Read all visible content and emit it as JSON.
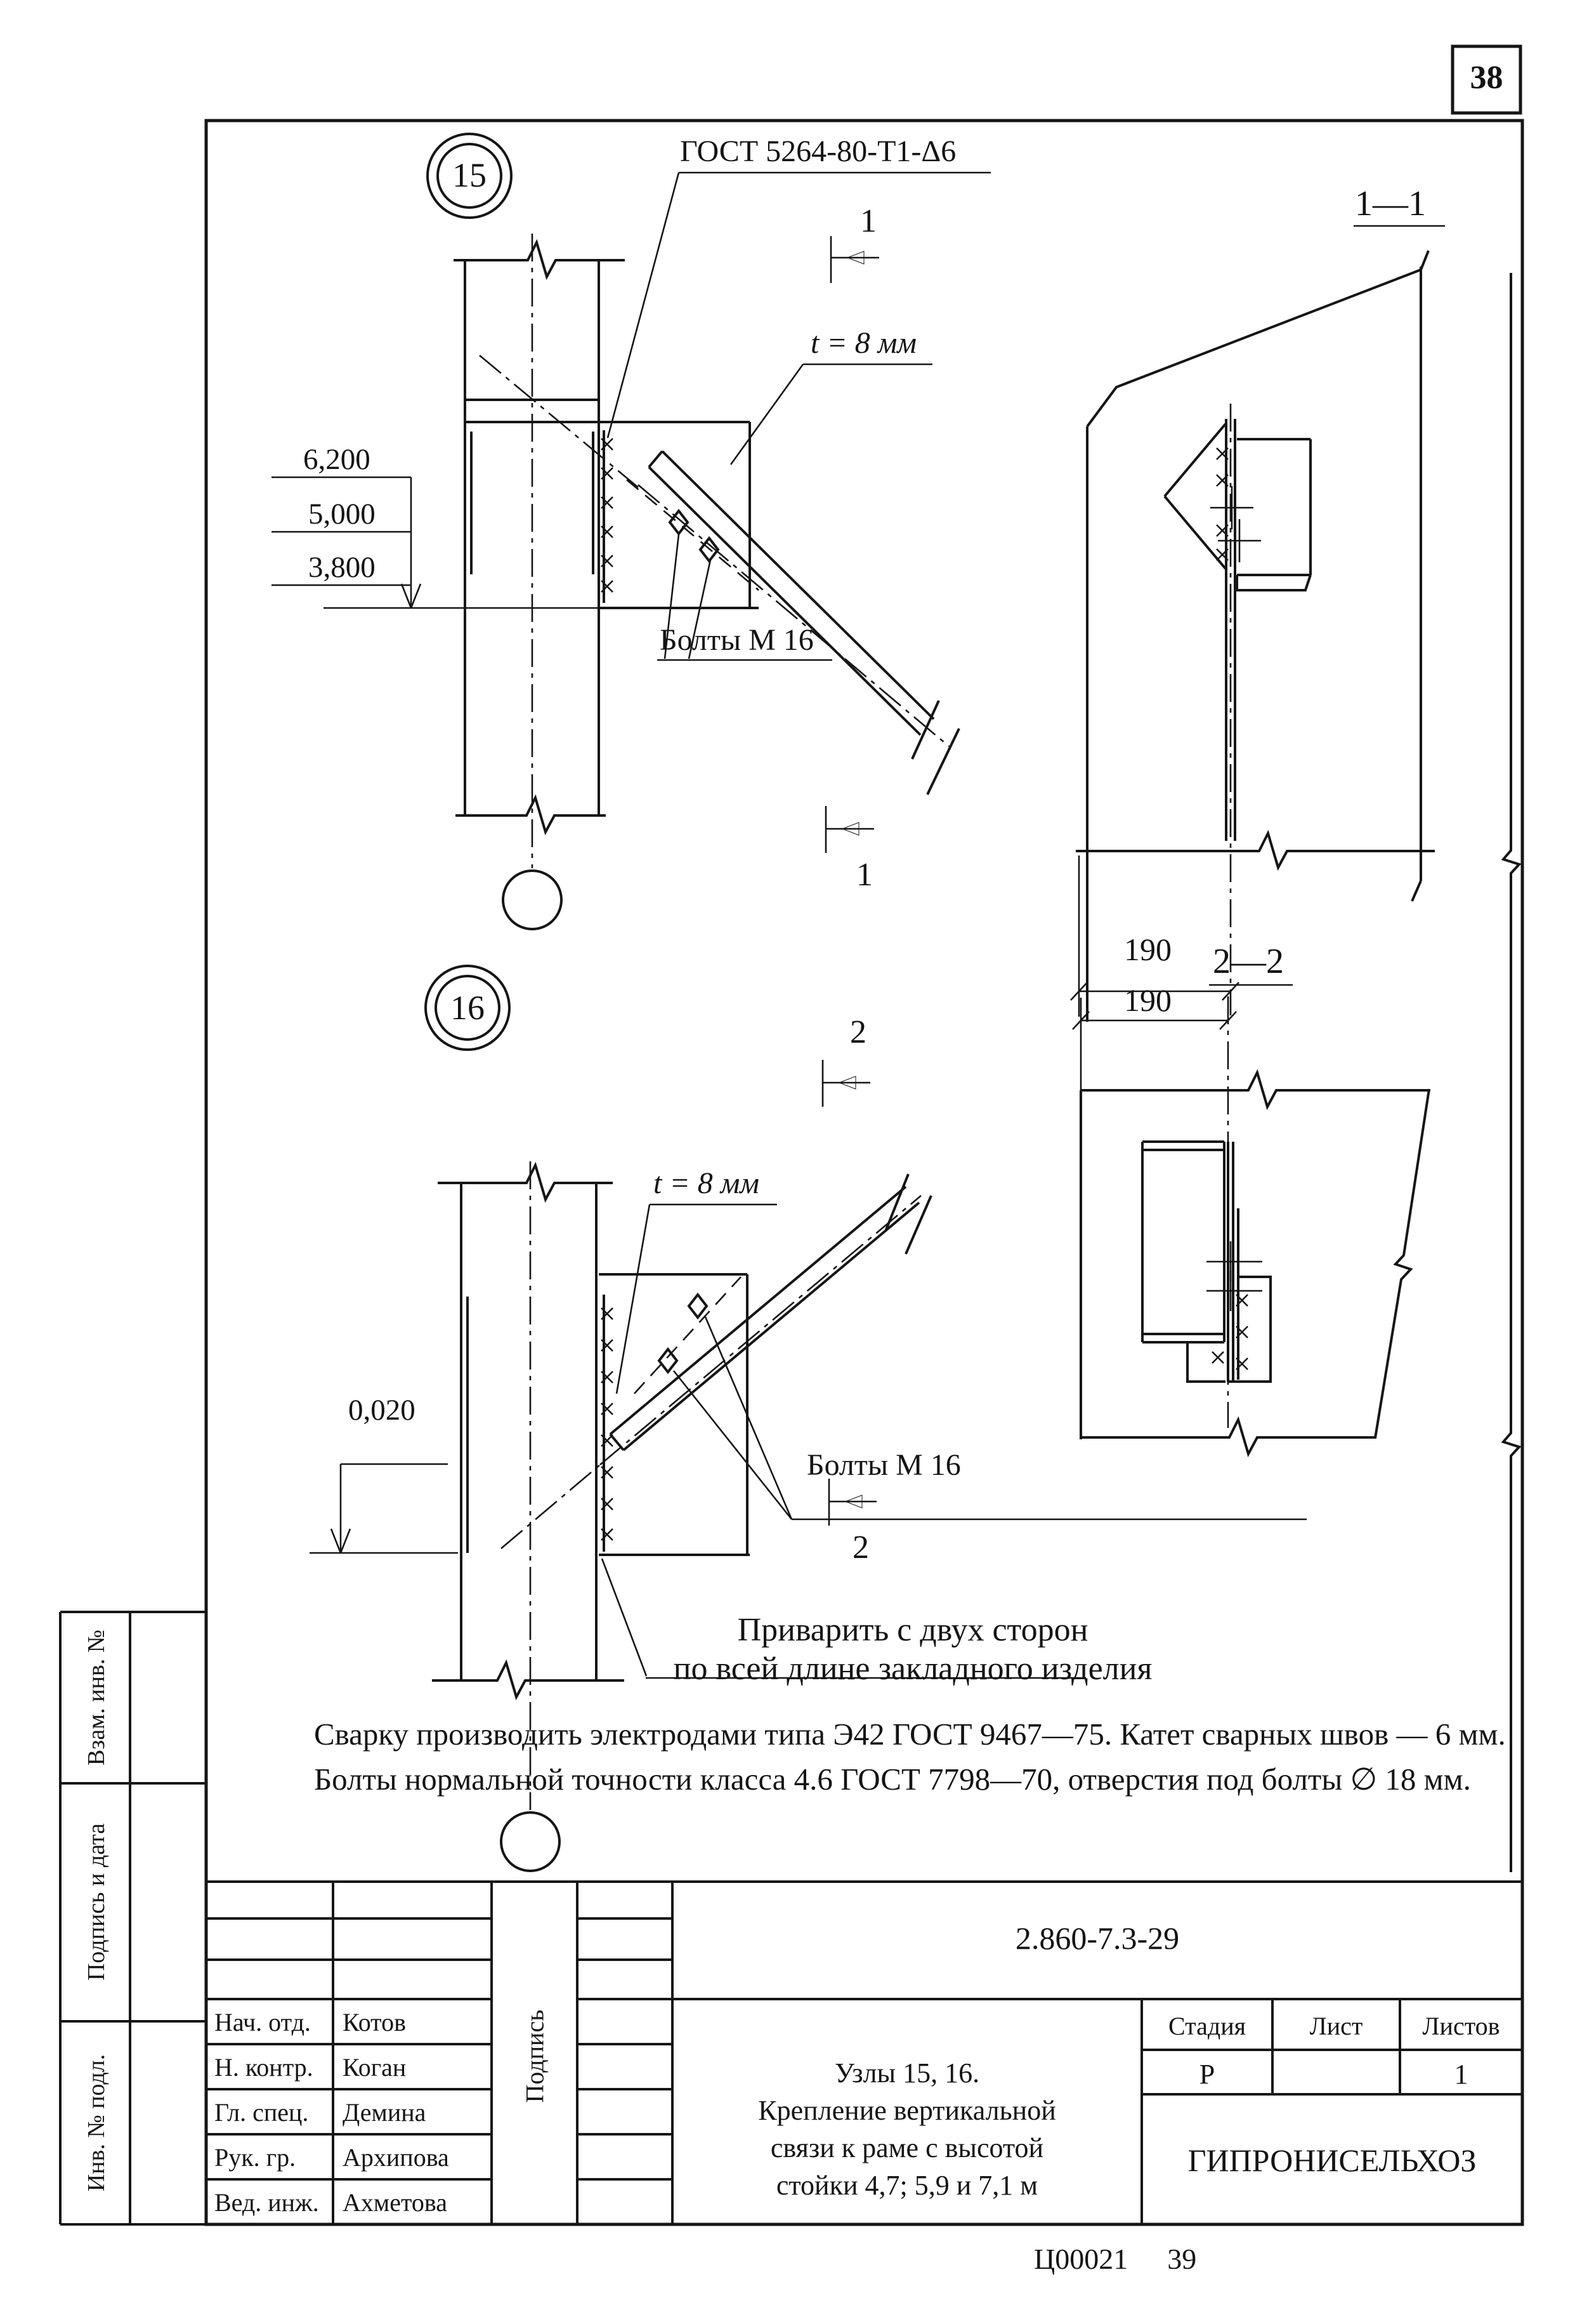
{
  "page": {
    "sheet_number": "38",
    "footer_code": "Ц00021",
    "footer_page": "39"
  },
  "drawing": {
    "detail15": {
      "bubble": "15",
      "weld_gost": "ГОСТ 5264-80-Т1-Δ6",
      "plate_thickness": "t = 8 мм",
      "bolts_label": "Болты М 16",
      "section_mark": "1",
      "levels": [
        "6,200",
        "5,000",
        "3,800"
      ]
    },
    "detail16": {
      "bubble": "16",
      "plate_thickness": "t = 8 мм",
      "bolts_label": "Болты М 16",
      "section_mark": "2",
      "level": "0,020"
    },
    "section11": {
      "title": "1—1",
      "width_dim": "190"
    },
    "section22": {
      "title": "2—2",
      "width_dim": "190"
    },
    "weld_note_line1": "Приварить с двух сторон",
    "weld_note_line2": "по всей длине закладного изделия"
  },
  "notes": {
    "para1": "Сварку производить электродами типа Э42 ГОСТ 9467—75. Катет сварных швов — 6 мм.",
    "para2": "Болты нормальной точности класса 4.6 ГОСТ 7798—70, отверстия под болты ∅ 18 мм."
  },
  "stamp": {
    "doc_number": "2.860-7.3-29",
    "title_line1": "Узлы 15, 16.",
    "title_line2": "Крепление вертикальной",
    "title_line3": "связи к раме с высотой",
    "title_line4": "стойки 4,7; 5,9 и 7,1 м",
    "org": "ГИПРОНИСЕЛЬХОЗ",
    "col_stage": "Стадия",
    "col_sheet": "Лист",
    "col_sheets": "Листов",
    "stage_value": "Р",
    "sheet_value": "",
    "sheets_value": "1",
    "signature_label": "Подпись",
    "people": [
      {
        "role": "Нач. отд.",
        "name": "Котов"
      },
      {
        "role": "Н. контр.",
        "name": "Коган"
      },
      {
        "role": "Гл. спец.",
        "name": "Демина"
      },
      {
        "role": "Рук. гр.",
        "name": "Архипова"
      },
      {
        "role": "Вед. инж.",
        "name": "Ахметова"
      }
    ]
  },
  "sidebar": {
    "item1": "Взам. инв. №",
    "item2": "Подпись и дата",
    "item3": "Инв. № подл."
  }
}
